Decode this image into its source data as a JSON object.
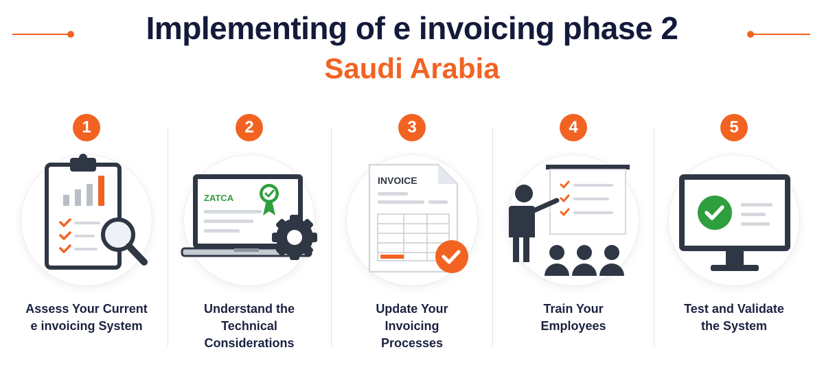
{
  "header": {
    "title": "Implementing of e invoicing phase 2",
    "subtitle": "Saudi Arabia"
  },
  "colors": {
    "accent": "#f26322",
    "dark": "#2f3744",
    "title": "#141a3a",
    "success": "#2e9e3e"
  },
  "steps": [
    {
      "number": "1",
      "label_lines": [
        "Assess Your Current",
        "e invoicing System"
      ],
      "icon": "clipboard-magnifier-icon"
    },
    {
      "number": "2",
      "label_lines": [
        "Understand the",
        "Technical",
        "Considerations"
      ],
      "icon": "laptop-zatca-gear-icon",
      "screen_text": "ZATCA"
    },
    {
      "number": "3",
      "label_lines": [
        "Update Your",
        "Invoicing",
        "Processes"
      ],
      "icon": "invoice-document-icon",
      "doc_text": "INVOICE"
    },
    {
      "number": "4",
      "label_lines": [
        "Train Your",
        "Employees"
      ],
      "icon": "trainer-presentation-icon"
    },
    {
      "number": "5",
      "label_lines": [
        "Test and Validate",
        "the System"
      ],
      "icon": "monitor-checkmark-icon"
    }
  ]
}
